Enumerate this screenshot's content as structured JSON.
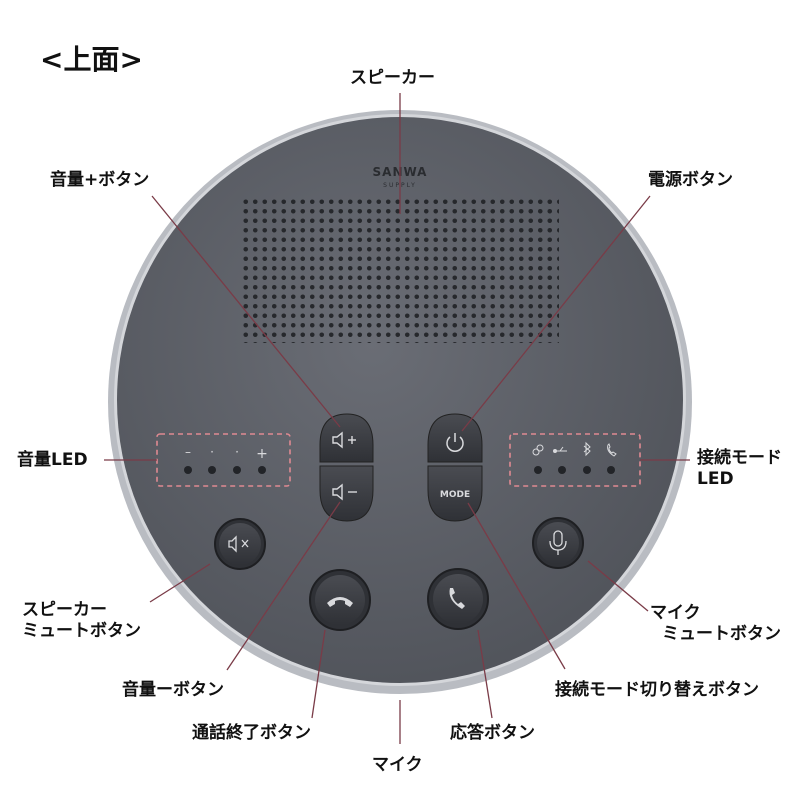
{
  "heading": "<上面>",
  "logo": {
    "brand": "SANWA",
    "sub": "SUPPLY"
  },
  "labels": {
    "speaker": "スピーカー",
    "vol_up": "音量+ボタン",
    "power": "電源ボタン",
    "vol_led": "音量LED",
    "mode_led_1": "接続モード",
    "mode_led_2": "LED",
    "speaker_mute_1": "スピーカー",
    "speaker_mute_2": "ミュートボタン",
    "mic_mute_1": "マイク",
    "mic_mute_2": "ミュートボタン",
    "vol_down": "音量ーボタン",
    "mode_switch": "接続モード切り替えボタン",
    "hang_up": "通話終了ボタン",
    "answer": "応答ボタン",
    "mic": "マイク"
  },
  "device": {
    "vol_led_marks": [
      "–",
      "·",
      "·",
      "+"
    ],
    "mode_button_text": "MODE",
    "colors": {
      "body": "#5d6068",
      "rim": "#c9cbd0",
      "button": "#3e4046",
      "accent": "#e08a92"
    }
  },
  "icons": {
    "vol_up": "volume-up-icon",
    "vol_down": "volume-down-icon",
    "power": "power-icon",
    "mute": "speaker-mute-icon",
    "hang_up": "hang-up-icon",
    "answer": "phone-icon",
    "mic_mute": "mic-icon",
    "mode_leds": [
      "link-icon",
      "usb-icon",
      "bluetooth-icon",
      "phone-icon"
    ]
  }
}
